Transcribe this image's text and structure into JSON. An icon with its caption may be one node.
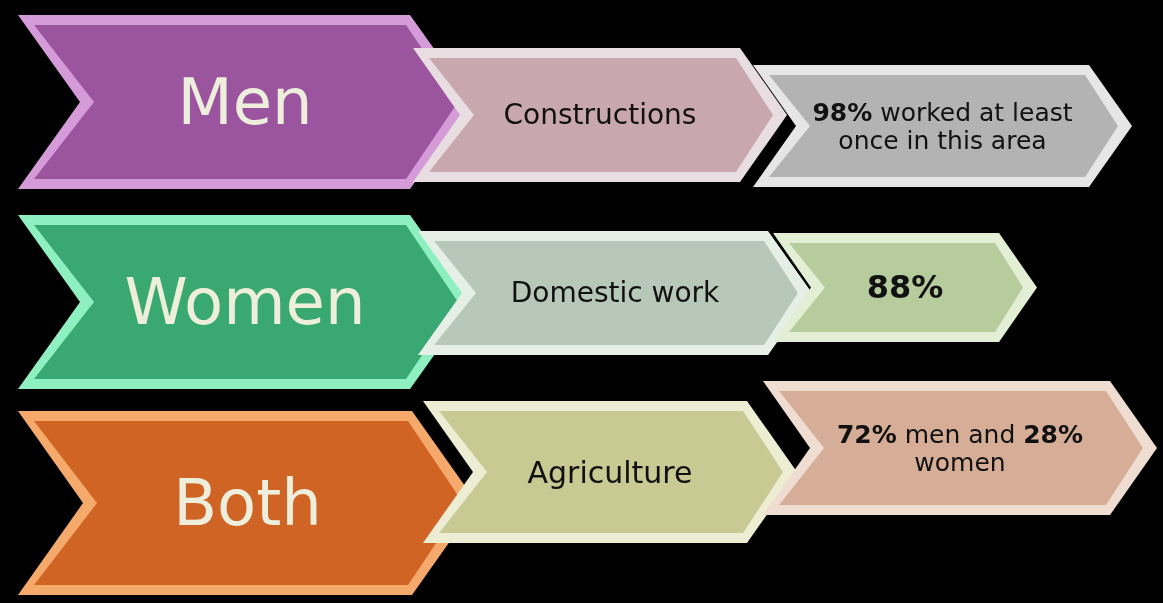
{
  "diagram": {
    "nodes": [
      {
        "text": [
          "Men"
        ]
      },
      {
        "text": [
          "Constructions"
        ]
      },
      {
        "text": [
          "**98%** worked at least once in this area"
        ]
      },
      {
        "text": [
          "Women"
        ]
      },
      {
        "text": [
          "Domestic work"
        ]
      },
      {
        "text": [
          "88%"
        ]
      },
      {
        "text": [
          "Both"
        ]
      },
      {
        "text": [
          "Agriculture"
        ]
      },
      {
        "text": [
          "**72%** men and **28%** women"
        ]
      }
    ]
  }
}
